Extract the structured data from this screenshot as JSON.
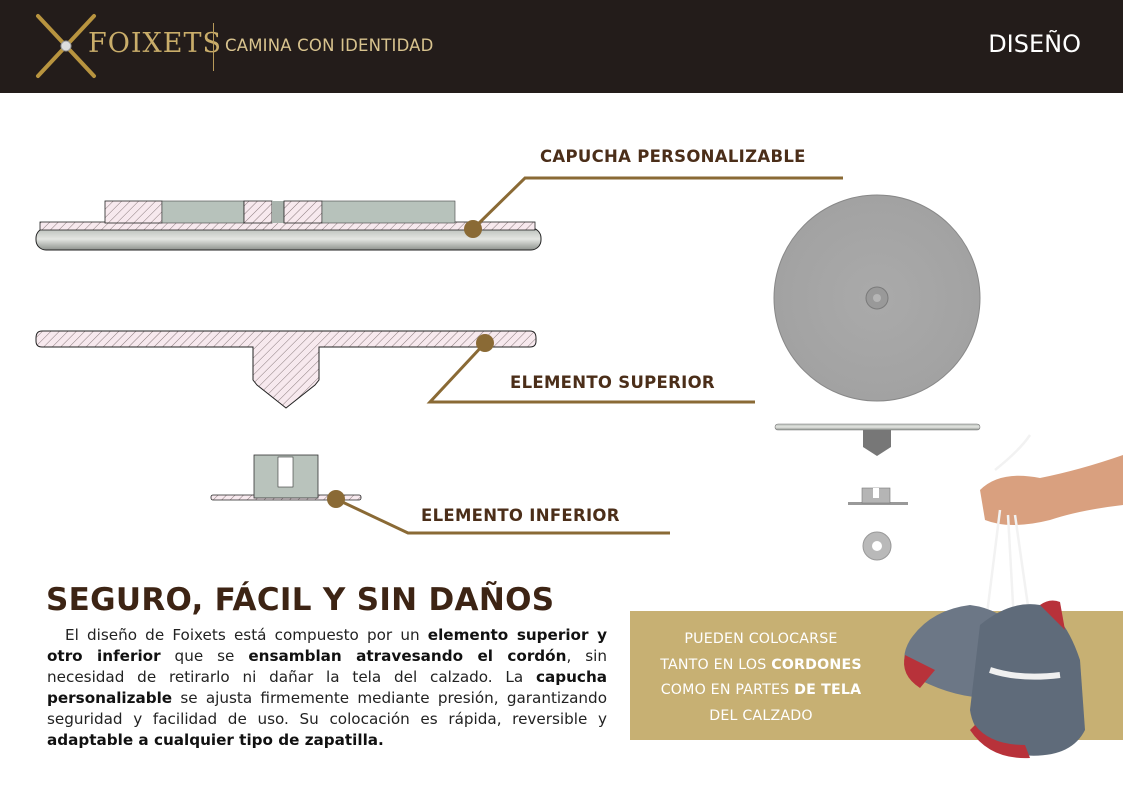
{
  "header": {
    "brand": "FOIXETS",
    "tagline": "CAMINA CON IDENTIDAD",
    "section": "DISEÑO"
  },
  "labels": {
    "cap": "CAPUCHA PERSONALIZABLE",
    "upper": "ELEMENTO SUPERIOR",
    "lower": "ELEMENTO INFERIOR"
  },
  "content": {
    "title": "SEGURO, FÁCIL Y SIN DAÑOS",
    "paragraph": [
      {
        "t": "El diseño de Foixets está compuesto por un ",
        "b": false
      },
      {
        "t": "elemento superior y otro inferior",
        "b": true
      },
      {
        "t": " que se ",
        "b": false
      },
      {
        "t": "ensamblan atravesando el cordón",
        "b": true
      },
      {
        "t": ", sin necesidad de retirarlo ni dañar la tela del calzado. La ",
        "b": false
      },
      {
        "t": "capucha personalizable",
        "b": true
      },
      {
        "t": " se ajusta firmemente mediante presión, garantizando seguridad y facilidad de uso. Su colocación es rápida, reversible y ",
        "b": false
      },
      {
        "t": "adaptable a cualquier tipo de zapatilla.",
        "b": true
      }
    ]
  },
  "callout": {
    "line1": "PUEDEN COLOCARSE",
    "line2a": "TANTO EN LOS ",
    "line2b": "CORDONES",
    "line3a": "COMO EN PARTES ",
    "line3b": "DE TELA",
    "line4": "DEL CALZADO"
  },
  "colors": {
    "header_bg": "#231c1a",
    "gold": "#c7b073",
    "leader": "#8a6a35",
    "brown_text": "#3d2414"
  }
}
